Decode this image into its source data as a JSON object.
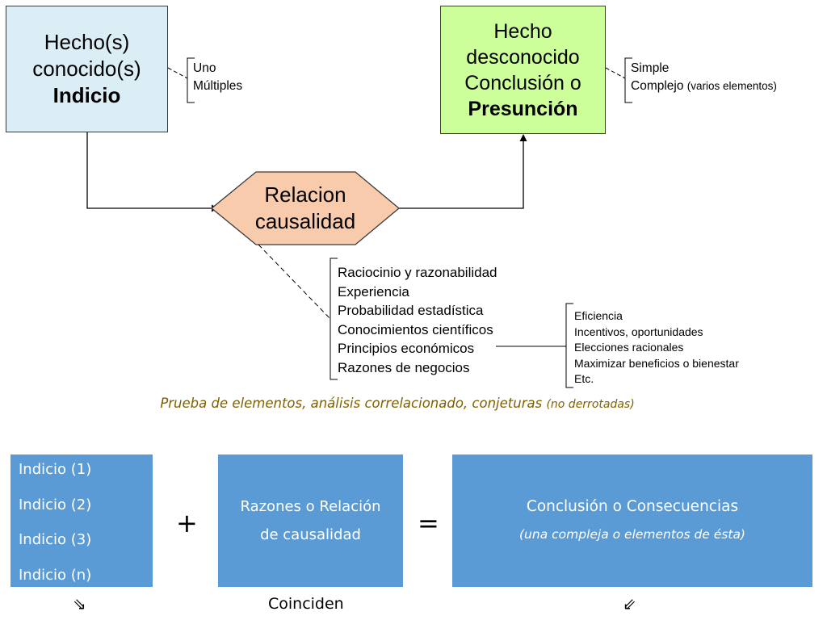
{
  "known_box": {
    "line1": "Hecho(s)",
    "line2": "conocido(s)",
    "line3": "Indicio"
  },
  "known_types": [
    "Uno",
    "Múltiples"
  ],
  "unknown_box": {
    "line1": "Hecho",
    "line2": "desconocido",
    "line3": "Conclusión o",
    "line4": "Presunción"
  },
  "unknown_types": {
    "simple": "Simple",
    "complex": "Complejo",
    "complex_note": "(varios elementos)"
  },
  "relation": {
    "line1": "Relacion",
    "line2": "causalidad"
  },
  "reasons": [
    "Raciocinio y razonabilidad",
    "Experiencia",
    "Probabilidad estadística",
    "Conocimientos científicos",
    "Principios económicos",
    "Razones de negocios"
  ],
  "economic_principles": [
    "Eficiencia",
    "Incentivos, oportunidades",
    "Elecciones racionales",
    "Maximizar beneficios o bienestar",
    "Etc."
  ],
  "caption": {
    "main": "Prueba de elementos, análisis correlacionado, conjeturas",
    "note": "(no derrotadas)"
  },
  "formula": {
    "indicios": [
      "Indicio (1)",
      "Indicio (2)",
      "Indicio (3)",
      "Indicio (n)"
    ],
    "plus": "+",
    "reasons_line1": "Razones o Relación",
    "reasons_line2": "de causalidad",
    "equals": "=",
    "conclusion": "Conclusión o Consecuencias",
    "conclusion_note": "(una compleja o elementos de ésta)",
    "coinciden": "Coinciden",
    "left_glyph": "⇘",
    "right_glyph": "⇙"
  },
  "colors": {
    "known_fill": "#dbeef6",
    "unknown_fill": "#ccff99",
    "relation_fill": "#f8cbad",
    "formula_fill": "#5b9bd5",
    "caption_text": "#7f6000"
  }
}
